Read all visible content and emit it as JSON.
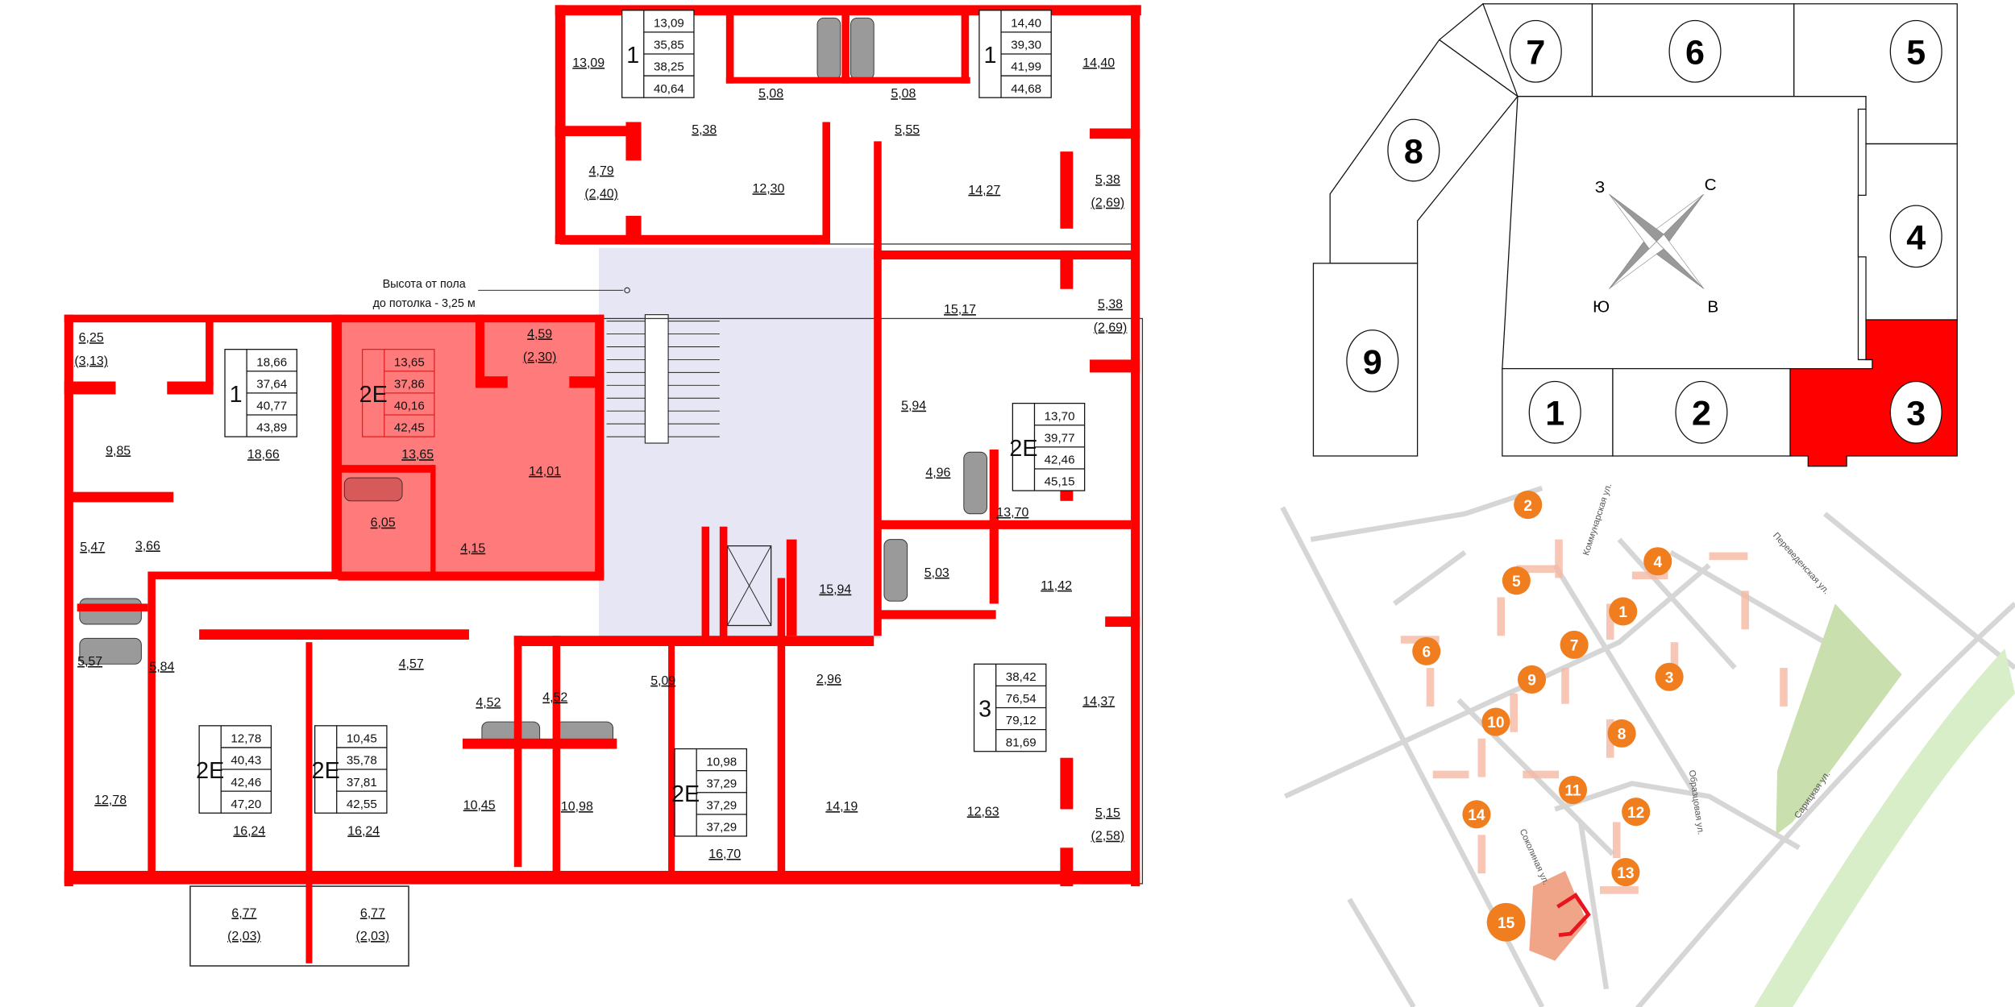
{
  "floor_plan": {
    "ceiling_note": [
      "Высота от пола",
      "до потолка - 3,25 м"
    ],
    "wall_color": "#ff0000",
    "highlight_color": "#ff7b7b",
    "core_color": "#e6e6f5",
    "apartments": [
      {
        "type": "1",
        "areas": [
          "13,09",
          "35,85",
          "38,25",
          "40,64"
        ],
        "highlighted": false
      },
      {
        "type": "1",
        "areas": [
          "14,40",
          "39,30",
          "41,99",
          "44,68"
        ],
        "highlighted": false
      },
      {
        "type": "1",
        "areas": [
          "18,66",
          "37,64",
          "40,77",
          "43,89"
        ],
        "highlighted": false
      },
      {
        "type": "2Е",
        "areas": [
          "13,65",
          "37,86",
          "40,16",
          "42,45"
        ],
        "highlighted": true
      },
      {
        "type": "2Е",
        "areas": [
          "13,70",
          "39,77",
          "42,46",
          "45,15"
        ],
        "highlighted": false
      },
      {
        "type": "3",
        "areas": [
          "38,42",
          "76,54",
          "79,12",
          "81,69"
        ],
        "highlighted": false
      },
      {
        "type": "2Е",
        "areas": [
          "12,78",
          "40,43",
          "42,46",
          "47,20"
        ],
        "highlighted": false
      },
      {
        "type": "2Е",
        "areas": [
          "10,45",
          "35,78",
          "37,81",
          "42,55"
        ],
        "highlighted": false
      },
      {
        "type": "2Е",
        "areas": [
          "10,98",
          "37,29",
          "37,29",
          "37,29"
        ],
        "highlighted": false
      }
    ],
    "rooms": [
      {
        "area": "13,09"
      },
      {
        "area": "5,08"
      },
      {
        "area": "5,08"
      },
      {
        "area": "14,40"
      },
      {
        "area": "5,38"
      },
      {
        "area": "5,55"
      },
      {
        "area": "4,79",
        "sub": "(2,40)"
      },
      {
        "area": "12,30"
      },
      {
        "area": "14,27"
      },
      {
        "area": "5,38",
        "sub": "(2,69)"
      },
      {
        "area": "15,17"
      },
      {
        "area": "5,38",
        "sub": "(2,69)"
      },
      {
        "area": "6,25",
        "sub": "(3,13)"
      },
      {
        "area": "4,59",
        "sub": "(2,30)"
      },
      {
        "area": "13,65"
      },
      {
        "area": "18,66"
      },
      {
        "area": "9,85"
      },
      {
        "area": "14,01"
      },
      {
        "area": "5,94"
      },
      {
        "area": "4,96"
      },
      {
        "area": "13,70"
      },
      {
        "area": "6,05"
      },
      {
        "area": "4,15"
      },
      {
        "area": "5,47"
      },
      {
        "area": "3,66"
      },
      {
        "area": "15,94"
      },
      {
        "area": "5,03"
      },
      {
        "area": "11,42"
      },
      {
        "area": "5,57"
      },
      {
        "area": "5,84"
      },
      {
        "area": "4,57"
      },
      {
        "area": "4,52"
      },
      {
        "area": "4,52"
      },
      {
        "area": "5,09"
      },
      {
        "area": "2,96"
      },
      {
        "area": "14,37"
      },
      {
        "area": "12,78"
      },
      {
        "area": "16,24"
      },
      {
        "area": "16,24"
      },
      {
        "area": "10,45"
      },
      {
        "area": "10,98"
      },
      {
        "area": "14,19"
      },
      {
        "area": "12,63"
      },
      {
        "area": "5,15",
        "sub": "(2,58)"
      },
      {
        "area": "16,70"
      },
      {
        "area": "6,77",
        "sub": "(2,03)"
      },
      {
        "area": "6,77",
        "sub": "(2,03)"
      }
    ]
  },
  "section_key": {
    "sections": [
      "1",
      "2",
      "3",
      "4",
      "5",
      "6",
      "7",
      "8",
      "9"
    ],
    "selected": "3",
    "selected_color": "#ff0000",
    "compass": {
      "north": "С",
      "east": "В",
      "south": "Ю",
      "west": "З"
    }
  },
  "site_map": {
    "buildings": [
      "1",
      "2",
      "3",
      "4",
      "5",
      "6",
      "7",
      "8",
      "9",
      "10",
      "11",
      "12",
      "13",
      "14",
      "15"
    ],
    "marker_color": "#f07d1e",
    "park_color": "#c9dfae",
    "streets": [
      "Коммунарская ул.",
      "Переведенская ул.",
      "Образцовая ул.",
      "Сарицкая ул.",
      "Соколиная ул."
    ]
  }
}
